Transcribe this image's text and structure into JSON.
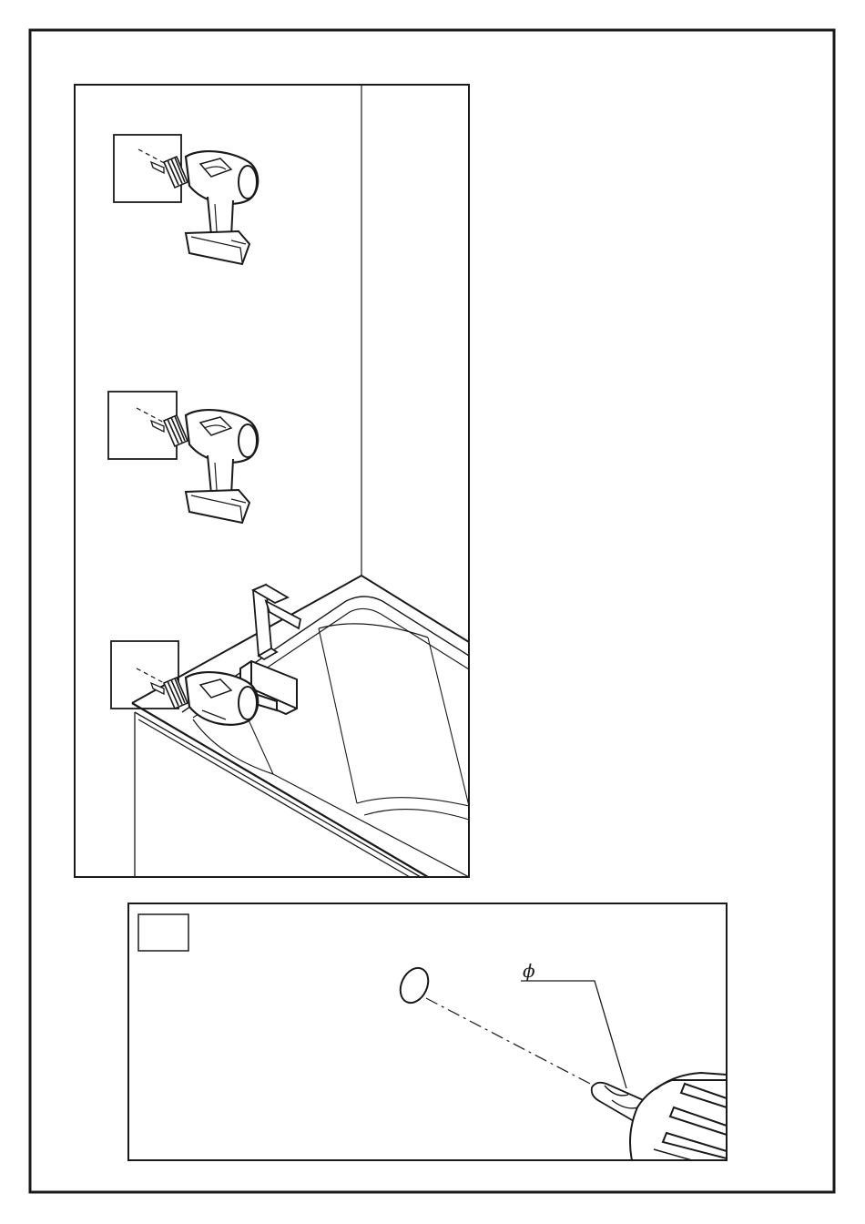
{
  "page": {
    "kind": "installation-instruction-sheet",
    "colors": {
      "line": "#1a1a1a",
      "background": "#ffffff"
    }
  },
  "main_panel": {
    "subject": "bathtub-corner-with-faucet",
    "steps": [
      {
        "id": "step-1",
        "tool": "drill-icon",
        "label": ""
      },
      {
        "id": "step-2",
        "tool": "drill-icon",
        "label": ""
      },
      {
        "id": "step-3",
        "tool": "drill-icon",
        "label": ""
      }
    ]
  },
  "detail_panel": {
    "label": "",
    "diameter_symbol": "ϕ",
    "diameter_value": ""
  }
}
